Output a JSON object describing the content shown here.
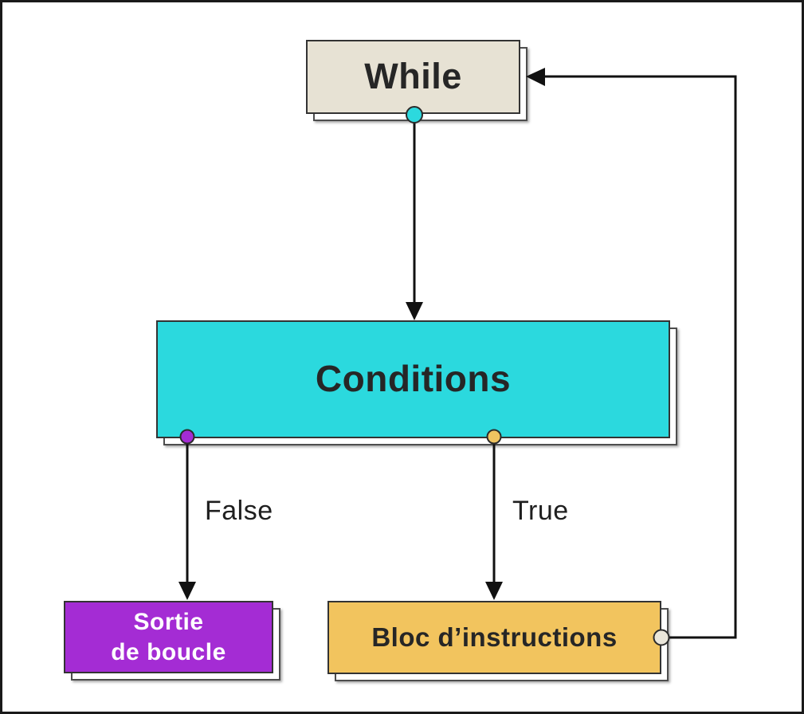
{
  "diagram": {
    "type": "flowchart",
    "subject": "While loop control flow",
    "nodes": {
      "while": {
        "label": "While",
        "fill": "#e7e2d4",
        "text_color": "#262626"
      },
      "conditions": {
        "label": "Conditions",
        "fill": "#2bd9de",
        "text_color": "#262626"
      },
      "loop_exit": {
        "label": "Sortie\nde boucle",
        "fill": "#a42cd4",
        "text_color": "#ffffff"
      },
      "instruction_block": {
        "label": "Bloc d’instructions",
        "fill": "#f2c45e",
        "text_color": "#262626"
      }
    },
    "edges": [
      {
        "from": "while",
        "to": "conditions",
        "label": ""
      },
      {
        "from": "conditions",
        "to": "loop_exit",
        "label": "False"
      },
      {
        "from": "conditions",
        "to": "instruction_block",
        "label": "True"
      },
      {
        "from": "instruction_block",
        "to": "while",
        "label": ""
      }
    ],
    "edge_labels": {
      "false": "False",
      "true": "True"
    },
    "connector_dots": {
      "while_bottom": {
        "fill": "#2cd9de"
      },
      "conditions_false": {
        "fill": "#a42cd4"
      },
      "conditions_true": {
        "fill": "#f0c460"
      },
      "block_right": {
        "fill": "#eae6da"
      }
    },
    "line_color": "#111111",
    "frame_color": "#1a1a1a",
    "background": "#ffffff"
  }
}
